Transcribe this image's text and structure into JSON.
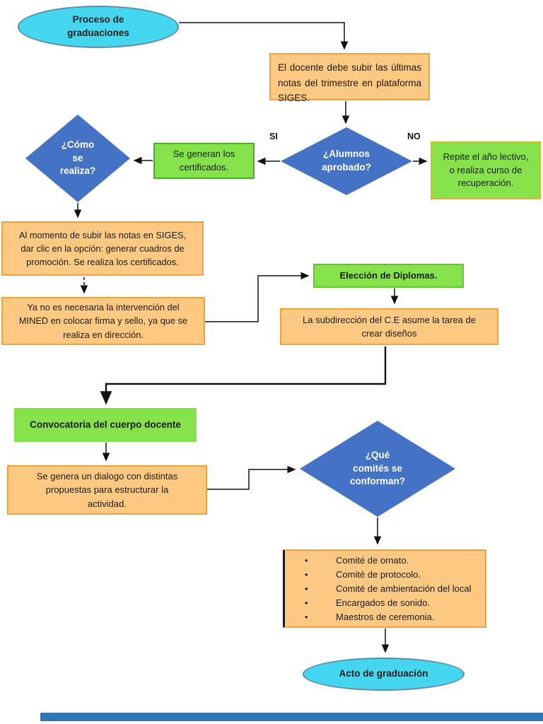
{
  "palette": {
    "cyan_fill": "#46D7F0",
    "blue_diamond": "#4472C4",
    "orange_fill": "#FBC981",
    "orange_border": "#EDA33B",
    "green_fill": "#85E24A",
    "arrow_color": "#111111",
    "bottom_strip_blue": "#2E75B6"
  },
  "nodes": {
    "start": {
      "label": "Proceso de\ngraduaciones"
    },
    "upload_notes": {
      "text": "El docente debe subir las últimas notas del trimestre en plataforma SIGES."
    },
    "decision_approved": {
      "label": "¿Alumnos\naprobado?",
      "yes_label": "SI",
      "no_label": "NO"
    },
    "certificates": {
      "text": "Se generan los\ncertificados."
    },
    "repeat_year": {
      "text": "Repite el año lectivo,\no realiza curso de\nrecuperación."
    },
    "decision_how": {
      "label": "¿Cómo\nse\nrealiza?"
    },
    "siges_steps": {
      "text": "Al momento de subir las notas en SIGES,\ndar clic en la opción: generar cuadros de\npromoción. Se realiza los certificados."
    },
    "mined": {
      "text": "Ya no es necesaria la intervención del\nMINED  en  colocar firma y sello, ya que se\nrealiza  en dirección."
    },
    "diplomas": {
      "label": "Elección de Diplomas."
    },
    "subdireccion": {
      "text": "La subdirección del C.E asume la  tarea de\ncrear diseños"
    },
    "convocatoria": {
      "label": "Convocatoria del cuerpo docente"
    },
    "dialogo": {
      "text": "Se genera un dialogo con distintas\npropuestas para estructurar la\nactividad."
    },
    "decision_committees": {
      "label": "¿Qué\ncomités se\nconforman?"
    },
    "committees": {
      "items": [
        "Comité de ornato.",
        "Comité  de protocolo.",
        "Comité  de  ambientación  del local",
        "Encargados de sonido.",
        "Maestros de ceremonia."
      ]
    },
    "end": {
      "label": "Acto de graduación"
    }
  }
}
